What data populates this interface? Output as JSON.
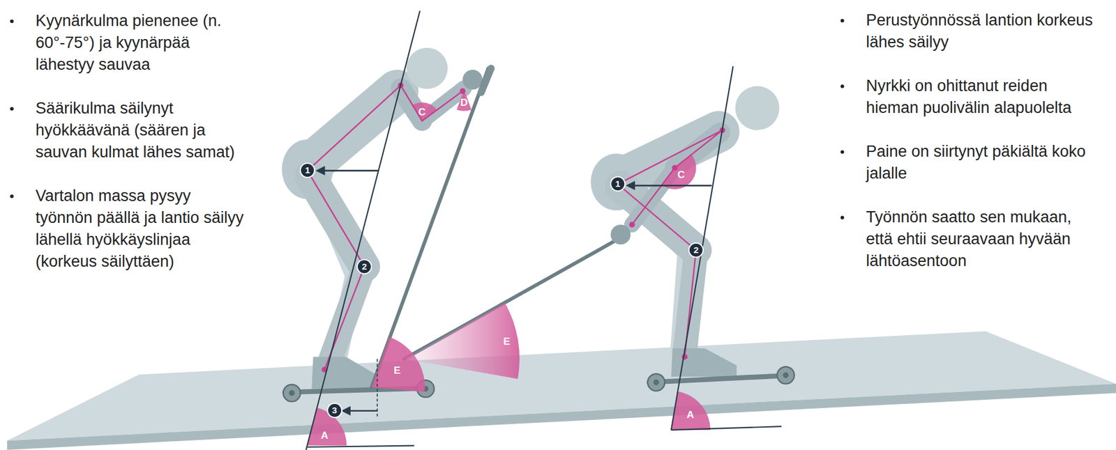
{
  "diagram": {
    "labels": [
      "Kyynärkulma pienenee (n. 60°-75°) ja kyynärpää lähestyy sauvaa",
      "Säärikulma säilynyt hyökkäävänä (säären ja sauvan kulmat lähes samat)",
      "Vartalon massa pysyy työnnön päällä ja lantio säilyy lähellä hyökkäyslinjaa (korkeus säilyttäen)",
      "Perustyönnössä lantion korkeus lähes säilyy",
      "Nyrkki on ohittanut reiden hieman puolivälin alapuolelta",
      "Paine on siirtynyt päkiältä koko jalalle",
      "Työnnön saatto sen mukaan, että ehtii seuraavaan hyvään lähtöasentoon",
      "C",
      "D",
      "1",
      "2",
      "E",
      "E",
      "3",
      "A",
      "C",
      "1",
      "2",
      "A"
    ]
  }
}
